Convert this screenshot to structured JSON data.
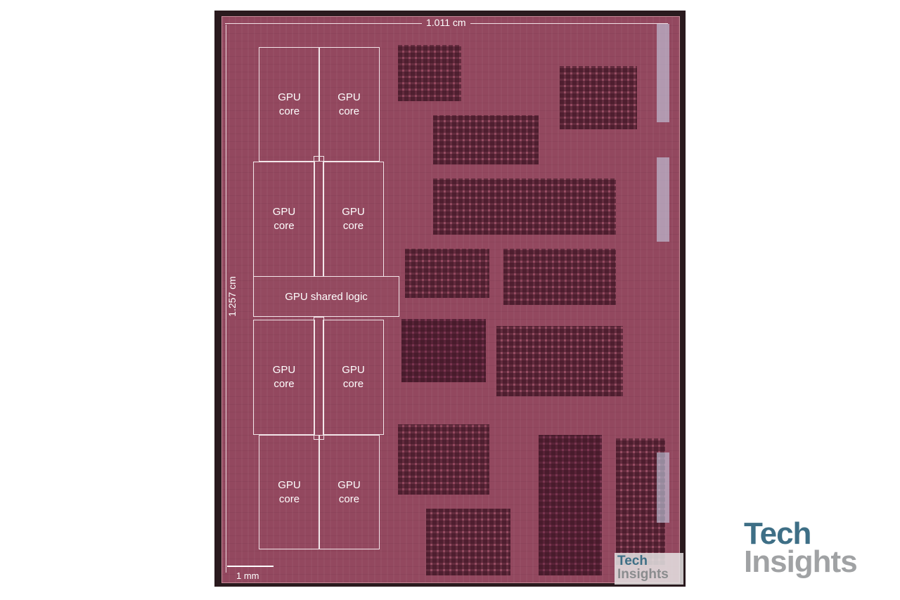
{
  "dimensions": {
    "width_label": "1.011 cm",
    "height_label": "1.257 cm",
    "scale_label": "1 mm"
  },
  "blocks": {
    "gpu_core_label": "GPU\ncore",
    "shared_logic_label": "GPU shared logic"
  },
  "watermark": {
    "line1": "Tech",
    "line2": "Insights"
  },
  "logo": {
    "line1": "Tech",
    "line2": "Insights"
  },
  "colors": {
    "die_fill": "#93485f",
    "outline": "#f3e6ea",
    "logo_blue": "#3e6f86",
    "logo_gray": "#a0a2a4"
  }
}
